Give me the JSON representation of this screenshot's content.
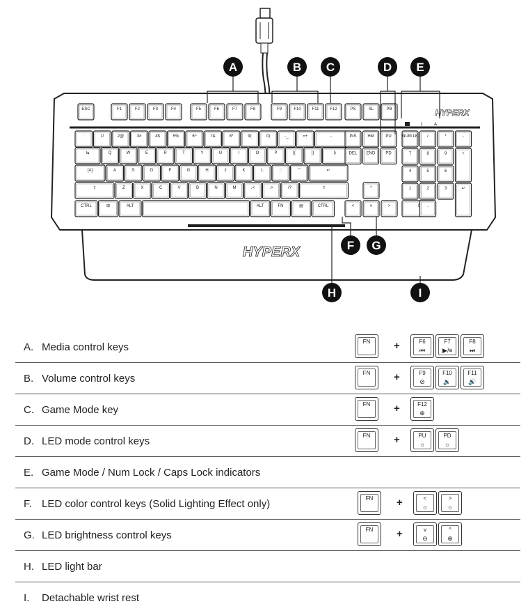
{
  "callouts": [
    "A",
    "B",
    "C",
    "D",
    "E",
    "F",
    "G",
    "H",
    "I"
  ],
  "keyboard": {
    "fn_row": [
      "ESC",
      "F1",
      "F2",
      "F3",
      "F4",
      "F5",
      "F6",
      "F7",
      "F8",
      "F9",
      "F10",
      "F11",
      "F12",
      "PS",
      "SL",
      "PB"
    ],
    "num_row": [
      "`",
      "1!",
      "2@",
      "3#",
      "4$",
      "5%",
      "6^",
      "7&",
      "8*",
      "9(",
      "0)",
      "-_",
      "=+",
      "←"
    ],
    "q_row": [
      "⇆",
      "Q",
      "W",
      "E",
      "R",
      "T",
      "Y",
      "U",
      "I",
      "O",
      "P",
      "[{",
      "]}",
      "|\\"
    ],
    "a_row": [
      "[A]",
      "A",
      "S",
      "D",
      "F",
      "G",
      "H",
      "J",
      "K",
      "L",
      ";:",
      "'\"",
      "↵"
    ],
    "z_row": [
      "⇧",
      "Z",
      "X",
      "C",
      "V",
      "B",
      "N",
      "M",
      ",<",
      ".>",
      "/?",
      "⇧"
    ],
    "bottom_row": [
      "CTRL",
      "⊞",
      "ALT",
      "",
      "ALT",
      "FN",
      "▤",
      "CTRL"
    ],
    "nav": [
      "INS",
      "HM",
      "PU",
      "DEL",
      "END",
      "PD"
    ],
    "arrows": [
      "^",
      "<",
      "v",
      ">"
    ],
    "numpad": [
      [
        "NUM LK",
        "/",
        "*",
        "-"
      ],
      [
        "7",
        "8",
        "9",
        "+"
      ],
      [
        "4",
        "5",
        "6",
        ""
      ],
      [
        "1",
        "2",
        "3",
        "↵"
      ],
      [
        "0",
        ".",
        "",
        ""
      ]
    ],
    "indicators": [
      "1",
      "A"
    ],
    "brand": "HYPERX"
  },
  "legend": [
    {
      "letter": "A.",
      "desc": "Media control keys",
      "keys": [
        [
          "FN",
          ""
        ],
        [
          "F6",
          "⏮"
        ],
        [
          "F7",
          "▶/⏸"
        ],
        [
          "F8",
          "⏭"
        ]
      ]
    },
    {
      "letter": "B.",
      "desc": "Volume control keys",
      "keys": [
        [
          "FN",
          ""
        ],
        [
          "F9",
          "⊘"
        ],
        [
          "F10",
          "🔉"
        ],
        [
          "F11",
          "🔊"
        ]
      ]
    },
    {
      "letter": "C.",
      "desc": "Game Mode key",
      "keys": [
        [
          "FN",
          ""
        ],
        [
          "F12",
          "⊕"
        ]
      ]
    },
    {
      "letter": "D.",
      "desc": "LED mode control keys",
      "keys": [
        [
          "FN",
          ""
        ],
        [
          "PU",
          "☼"
        ],
        [
          "PD",
          "☼"
        ]
      ]
    },
    {
      "letter": "E.",
      "desc": "Game Mode / Num Lock / Caps Lock indicators",
      "keys": []
    },
    {
      "letter": "F.",
      "desc": "LED color control keys (Solid Lighting Effect only)",
      "keys": [
        [
          "FN",
          ""
        ],
        [
          "<",
          "☼"
        ],
        [
          ">",
          "☼"
        ]
      ]
    },
    {
      "letter": "G.",
      "desc": "LED brightness control keys",
      "keys": [
        [
          "FN",
          ""
        ],
        [
          "v",
          "⊖"
        ],
        [
          "^",
          "⊕"
        ]
      ]
    },
    {
      "letter": "H.",
      "desc": "LED light bar",
      "keys": []
    },
    {
      "letter": "I.",
      "desc": "Detachable wrist rest",
      "keys": []
    }
  ]
}
